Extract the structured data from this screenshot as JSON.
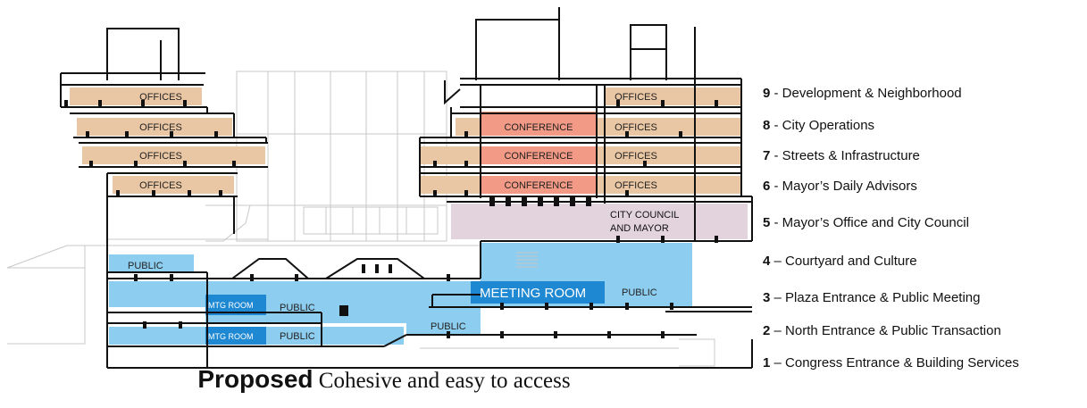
{
  "diagram": {
    "labels": {
      "offices": "OFFICES",
      "conference": "CONFERENCE",
      "public": "PUBLIC",
      "mtg_room": "MTG ROOM",
      "meeting_room": "MEETING ROOM",
      "council_line1": "CITY COUNCIL",
      "council_line2": "AND MAYOR"
    },
    "colors": {
      "office": "#eac7a4",
      "conference": "#f29a85",
      "public": "#8dcdef",
      "meeting": "#1e88d2",
      "council": "#e3d3dd"
    }
  },
  "legend": [
    {
      "number": "9",
      "text": " - Development & Neighborhood"
    },
    {
      "number": "8",
      "text": " - City Operations"
    },
    {
      "number": "7",
      "text": " - Streets & Infrastructure"
    },
    {
      "number": "6",
      "text": " - Mayor’s Daily Advisors"
    },
    {
      "number": "5",
      "text": " - Mayor’s Office and City Council"
    },
    {
      "number": "4",
      "text": " – Courtyard and Culture"
    },
    {
      "number": "3",
      "text": " – Plaza Entrance & Public Meeting"
    },
    {
      "number": "2",
      "text": " – North Entrance & Public Transaction"
    },
    {
      "number": "1",
      "text": " – Congress Entrance & Building Services"
    }
  ],
  "caption": {
    "bold": "Proposed",
    "rest": " Cohesive and easy to access"
  }
}
